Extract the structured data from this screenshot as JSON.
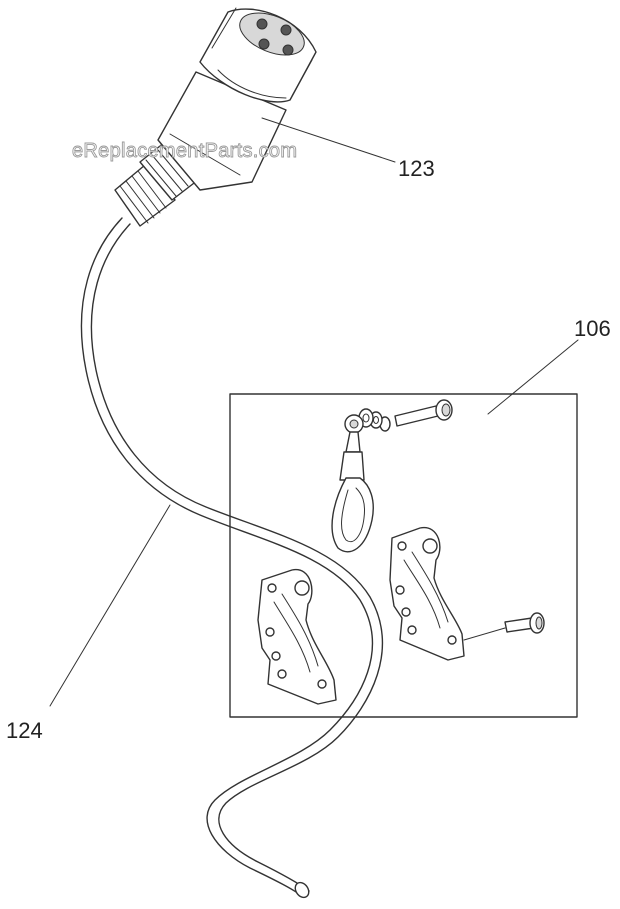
{
  "diagram": {
    "watermark": "eReplacementParts.com",
    "callouts": [
      {
        "id": "123",
        "label": "123"
      },
      {
        "id": "106",
        "label": "106"
      },
      {
        "id": "124",
        "label": "124"
      }
    ]
  },
  "colors": {
    "line": "#333333",
    "watermark_outline": "#9a9a9a",
    "background": "#ffffff"
  }
}
